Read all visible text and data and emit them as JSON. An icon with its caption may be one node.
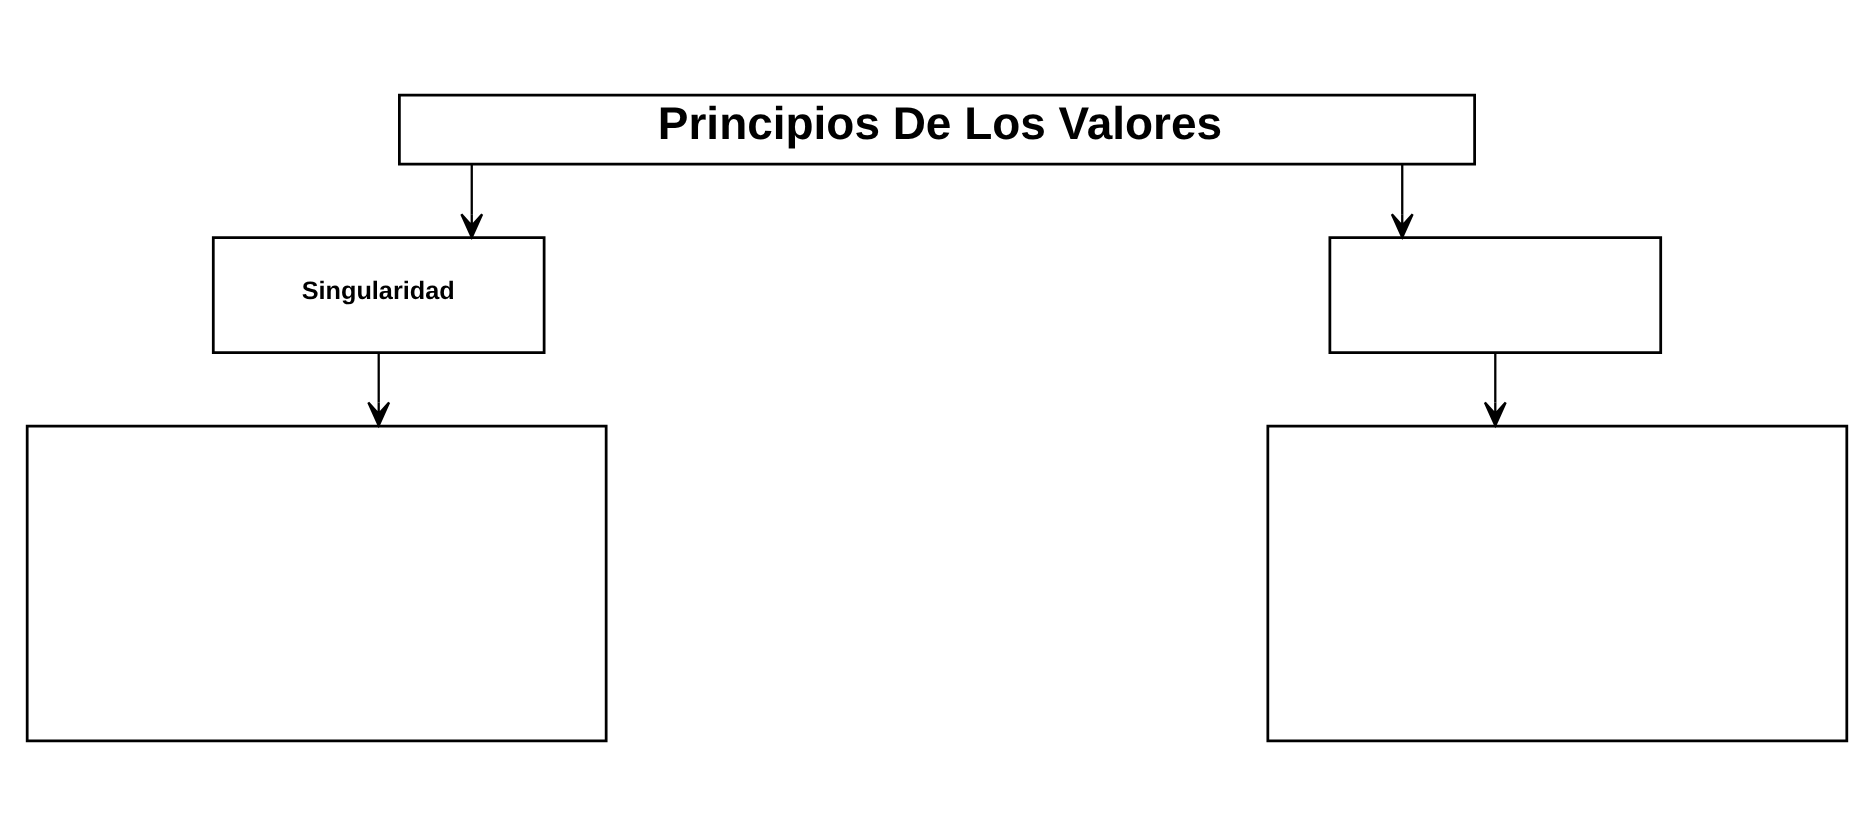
{
  "diagram": {
    "nodes": [
      {
        "text": [
          "Principios De Los Valores"
        ]
      },
      {
        "text": [
          "Singularidad"
        ]
      },
      {
        "text": [],
        "shape": "box"
      },
      {
        "text": [],
        "shape": "box"
      },
      {
        "text": [],
        "shape": "box"
      }
    ],
    "edges": [
      {
        "from": 0,
        "to": 1,
        "arrow": "to"
      },
      {
        "from": 0,
        "to": 2,
        "arrow": "to"
      },
      {
        "from": 1,
        "to": 3,
        "arrow": "to"
      },
      {
        "from": 2,
        "to": 4,
        "arrow": "to"
      }
    ]
  }
}
